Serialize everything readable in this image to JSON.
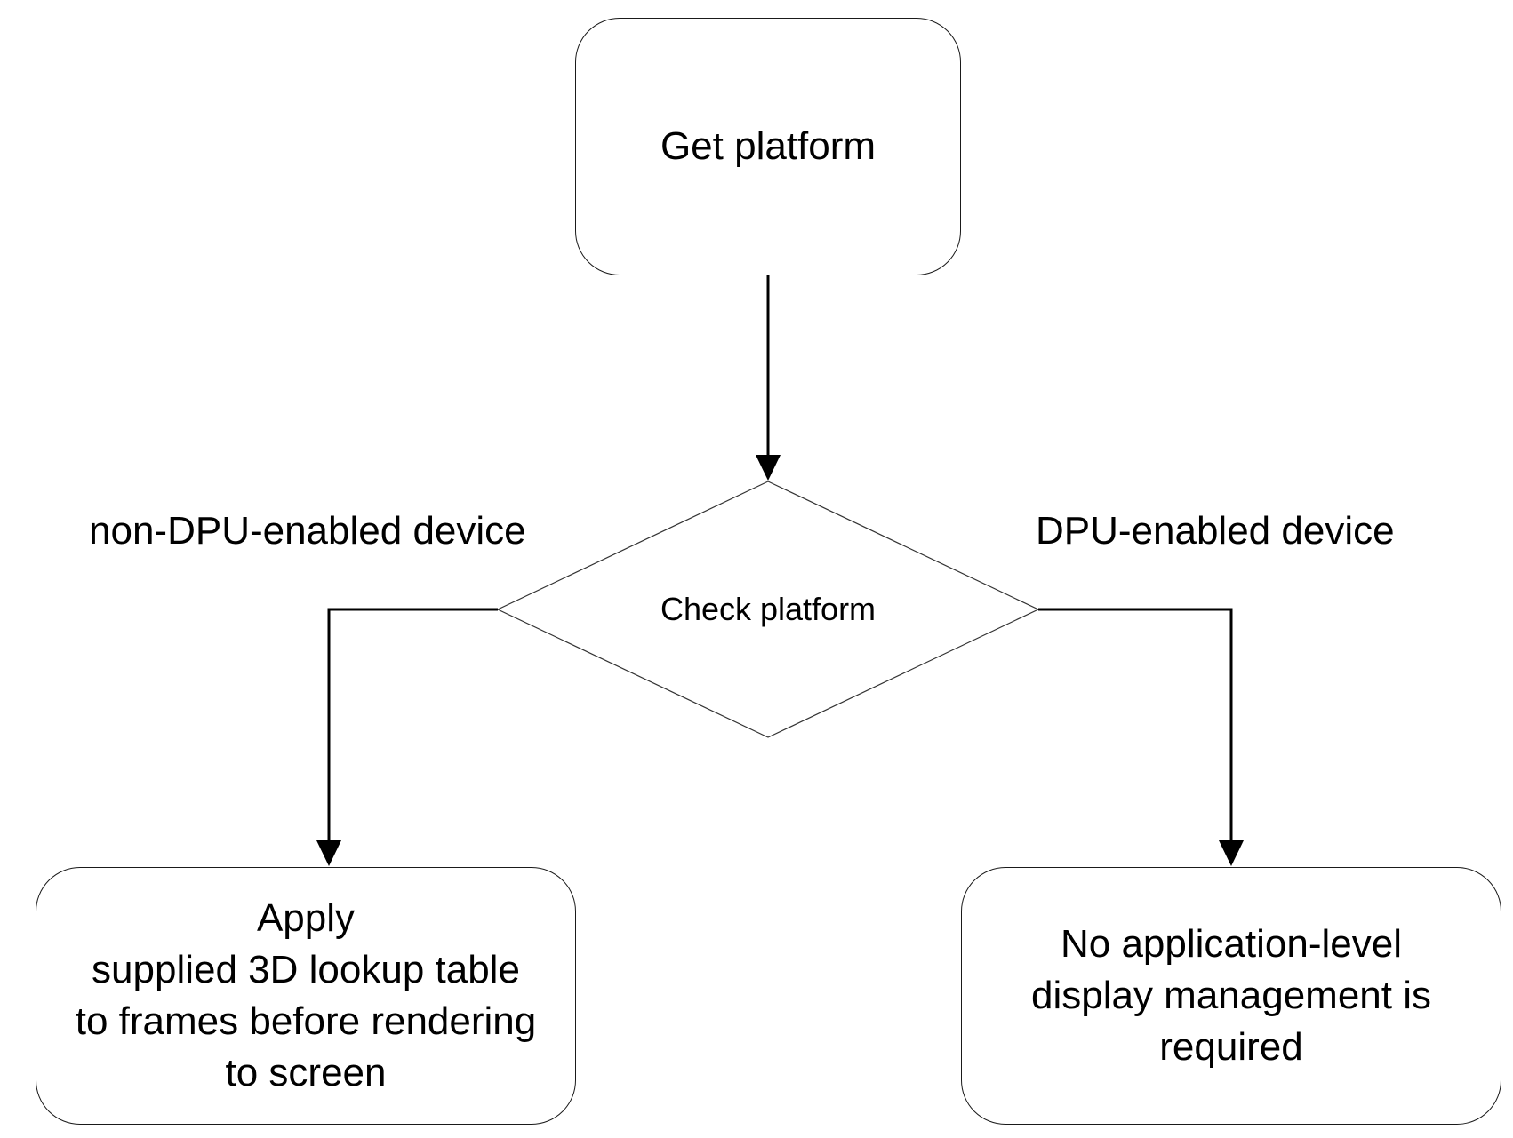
{
  "nodes": {
    "start": {
      "label": "Get platform"
    },
    "decision": {
      "label": "Check platform"
    },
    "left_result": {
      "label": "Apply\nsupplied 3D lookup table\nto frames before rendering\nto screen"
    },
    "right_result": {
      "label": "No application-level\ndisplay management is\nrequired"
    }
  },
  "branches": {
    "left": {
      "label": "non-DPU-enabled device"
    },
    "right": {
      "label": "DPU-enabled device"
    }
  },
  "colors": {
    "stroke": "#000000",
    "fill": "#ffffff"
  }
}
